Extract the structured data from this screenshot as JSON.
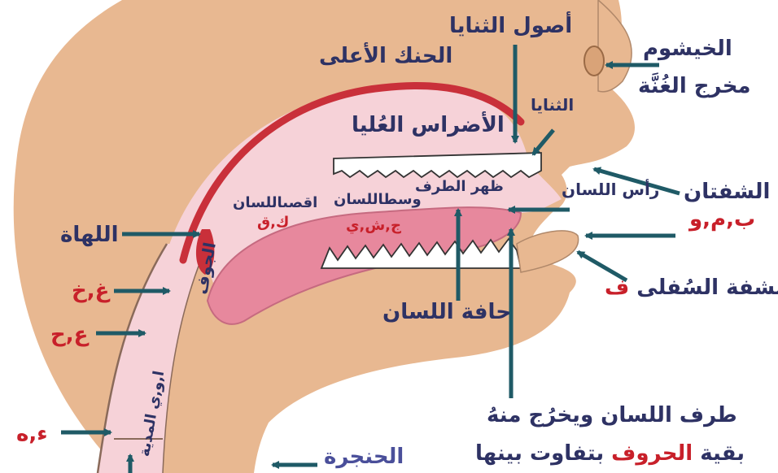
{
  "colors": {
    "skin": "#e8b891",
    "palate_line": "#c9303a",
    "mouth_interior": "#f6d2d8",
    "tongue": "#e7889d",
    "teeth": "#ffffff",
    "arrow": "#1f5a66",
    "label": "#2e3264",
    "letter_red": "#c8202a"
  },
  "labels": {
    "nose": "الخيشوم",
    "nasal_exit": "مخرج الغُنَّة",
    "upper_incisor_roots": "أصول الثنايا",
    "upper_palate": "الحنك الأعلى",
    "incisors": "الثنايا",
    "upper_molars": "الأضراس العُليا",
    "lips": "الشفتان",
    "lips_letters": "ب,م,و",
    "tongue_tip": "رأس اللسان",
    "tongue_back_tip": "ظهر الطرف",
    "tongue_middle": "وسطاللسان",
    "tongue_back": "اقصىاللسان",
    "back_letters": "ك,ق",
    "middle_letters": "ج,ش,ي",
    "uvula": "اللهاة",
    "cavity": "الجوف",
    "madd_letters": "ا,و,ي المدية",
    "gh_kh": "غ,خ",
    "ain_ha": "ع,ح",
    "hamza_ha": "ء,ه",
    "lower_lip_prefix": "الشفة السُفلى",
    "lower_lip_letter": "ف",
    "tongue_edge": "حافة اللسان",
    "tongue_tip_note": "طرف اللسان ويخرُج منهُ",
    "remaining_prefix": "بقية",
    "remaining_letters": "الحروف",
    "remaining_suffix": "بتفاوت بينها",
    "larynx": "الحنجرة"
  }
}
